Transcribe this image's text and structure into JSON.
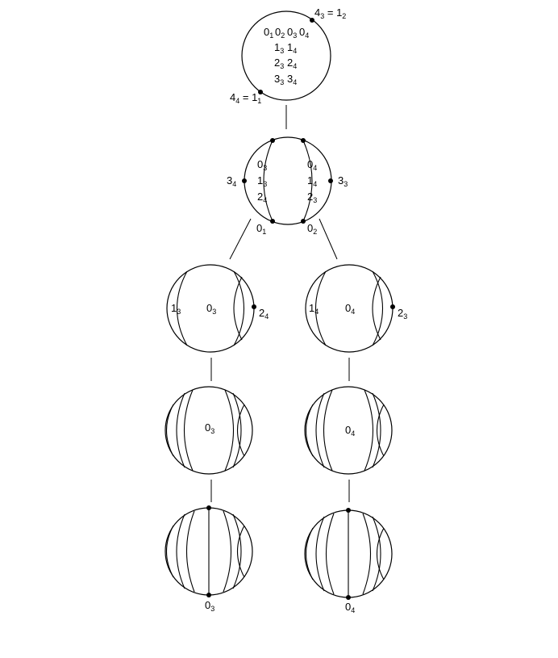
{
  "labels": {
    "top_row1": "0102 03 04",
    "top_row2": "13 14",
    "top_row3": "23 24",
    "top_row4": "33 34",
    "top_right_eq": "43 = 12",
    "top_left_eq": "44 = 11",
    "mid_left_col": [
      "03",
      "13",
      "24"
    ],
    "mid_right_col": [
      "04",
      "14",
      "23"
    ],
    "mid_side_left": "34",
    "mid_side_right": "33",
    "mid_bottom_left": "01",
    "mid_bottom_right": "02",
    "l3_left_side": "13",
    "l3_left_center": "03",
    "l3_left_dot": "24",
    "l3_right_side": "14",
    "l3_right_center": "04",
    "l3_right_dot": "23",
    "l4_left_center": "03",
    "l4_right_center": "04",
    "l5_left_bottom": "03",
    "l5_right_bottom": "04"
  }
}
